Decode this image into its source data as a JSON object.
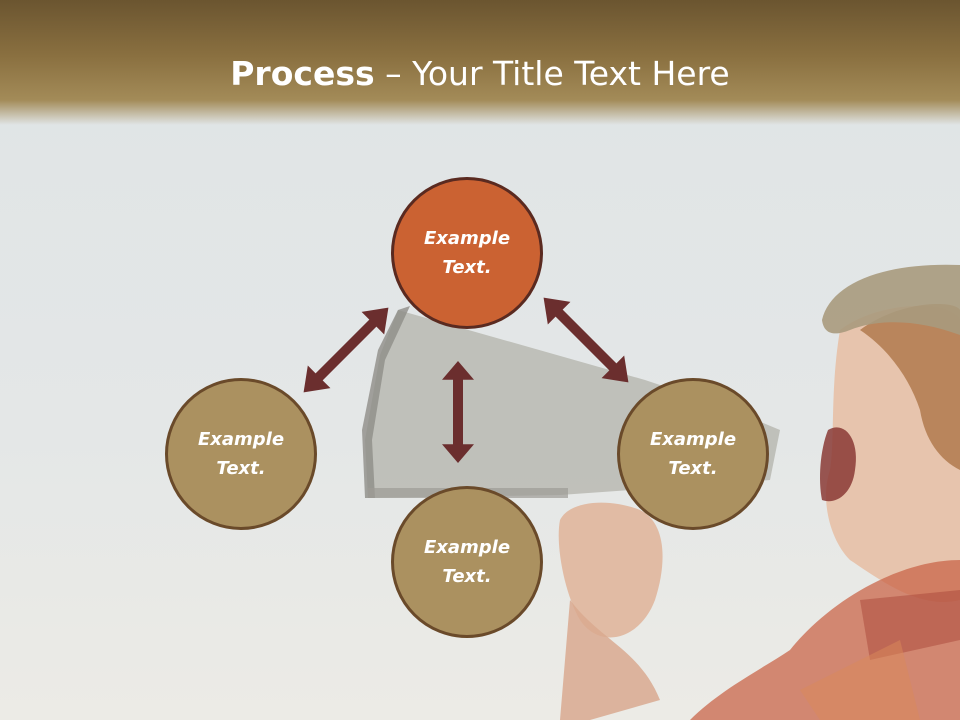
{
  "title": {
    "bold": "Process",
    "rest": " – Your Title Text Here"
  },
  "nodes": {
    "top": "Example\nText.",
    "left": "Example\nText.",
    "right": "Example\nText.",
    "bottom": "Example\nText."
  },
  "colors": {
    "header": "#8a7040",
    "node_fill": "#ab9160",
    "node_accent": "#cb6232",
    "node_border": "#6a4a2a",
    "arrow": "#6b2e2e"
  },
  "icons": [
    "megaphone-photo",
    "double-arrow-icon"
  ]
}
